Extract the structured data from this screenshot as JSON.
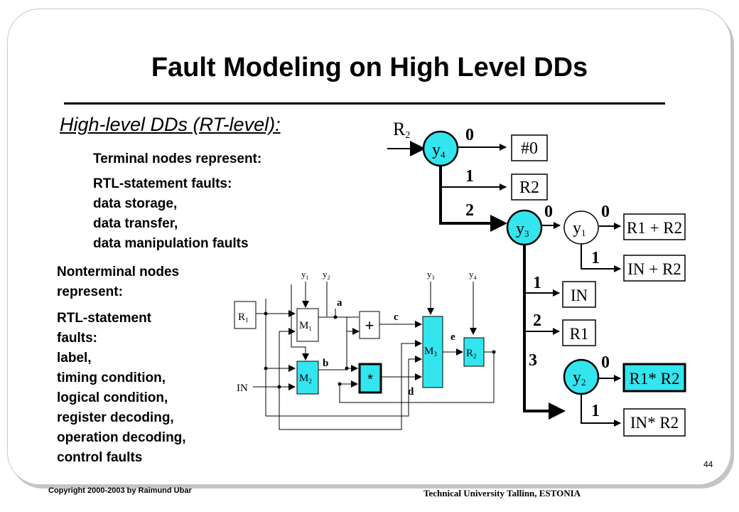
{
  "title": "Fault Modeling on High Level DDs",
  "subtitle": "High-level DDs (RT-level):",
  "terminal_heading": "Terminal nodes represent:",
  "terminal_items": [
    "RTL-statement faults:",
    "data storage,",
    "data transfer,",
    "data manipulation faults"
  ],
  "nonterminal_heading": [
    "Nonterminal nodes",
    "represent:"
  ],
  "nonterminal_items": [
    "RTL-statement",
    "faults:",
    "label,",
    "timing condition,",
    "logical condition,",
    "register decoding,",
    "operation decoding,",
    "control faults"
  ],
  "page_number": "44",
  "copyright": "Copyright  2000-2003  by  Raimund Ubar",
  "university": "Technical University Tallinn, ESTONIA",
  "colors": {
    "cyan": "#33e5ee",
    "accent_red": "#c0392b"
  },
  "dd": {
    "root_var": "R2",
    "nodes": {
      "y4": "y4",
      "y3": "y3",
      "y1": "y1",
      "y2": "y2"
    },
    "terminals": {
      "t0": "#0",
      "t1": "R2",
      "t2": "R1 + R2",
      "t3": "IN + R2",
      "t4": "IN",
      "t5": "R1",
      "t6": "R1* R2",
      "t7": "IN* R2"
    },
    "edge_labels": {
      "y4_0": "0",
      "y4_1": "1",
      "y4_2": "2",
      "y3_0": "0",
      "y1_0": "0",
      "y1_1": "1",
      "y3_1": "1",
      "y3_2": "2",
      "y3_3": "3",
      "y2_0": "0",
      "y2_1": "1"
    }
  },
  "circuit": {
    "inputs": [
      "R1",
      "IN"
    ],
    "controls": [
      "y1",
      "y2",
      "y3",
      "y4"
    ],
    "blocks": {
      "m1": "M1",
      "m2": "M2",
      "m3": "M3",
      "r2": "R2",
      "add": "+",
      "mul": "*"
    },
    "wires": [
      "a",
      "b",
      "c",
      "d",
      "e"
    ]
  }
}
